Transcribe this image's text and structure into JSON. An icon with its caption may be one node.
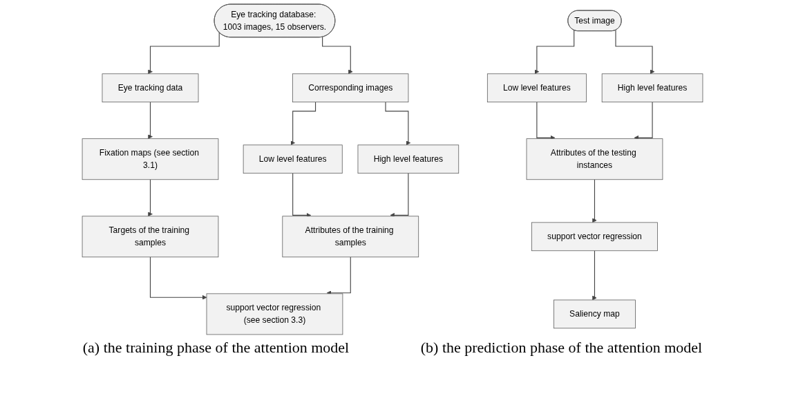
{
  "diagram": {
    "nodes": [
      {
        "text": [
          "Eye tracking database: 1003 images, 15 observers."
        ]
      },
      {
        "text": [
          "Eye tracking data"
        ]
      },
      {
        "text": [
          "Corresponding images"
        ]
      },
      {
        "text": [
          "Fixation maps (see section 3.1)"
        ]
      },
      {
        "text": [
          "Low level features"
        ]
      },
      {
        "text": [
          "High level features"
        ]
      },
      {
        "text": [
          "Targets of the training samples"
        ]
      },
      {
        "text": [
          "Attributes of the training samples"
        ]
      },
      {
        "text": [
          "support vector regression (see section 3.3)"
        ]
      },
      {
        "text": [
          "Test image"
        ]
      },
      {
        "text": [
          "Low level features"
        ]
      },
      {
        "text": [
          "High level features"
        ]
      },
      {
        "text": [
          "Attributes of the testing instances"
        ]
      },
      {
        "text": [
          "support vector regression"
        ]
      },
      {
        "text": [
          "Saliency map"
        ]
      }
    ],
    "edges": [
      {
        "from": 0,
        "to": 1,
        "arrow": "to"
      },
      {
        "from": 0,
        "to": 2,
        "arrow": "to"
      },
      {
        "from": 1,
        "to": 3,
        "arrow": "to"
      },
      {
        "from": 2,
        "to": 4,
        "arrow": "to"
      },
      {
        "from": 2,
        "to": 5,
        "arrow": "to"
      },
      {
        "from": 3,
        "to": 6,
        "arrow": "to"
      },
      {
        "from": 4,
        "to": 7,
        "arrow": "to"
      },
      {
        "from": 5,
        "to": 7,
        "arrow": "to"
      },
      {
        "from": 6,
        "to": 8,
        "arrow": "to"
      },
      {
        "from": 7,
        "to": 8,
        "arrow": "to"
      },
      {
        "from": 9,
        "to": 10,
        "arrow": "to"
      },
      {
        "from": 9,
        "to": 11,
        "arrow": "to"
      },
      {
        "from": 10,
        "to": 12,
        "arrow": "to"
      },
      {
        "from": 11,
        "to": 12,
        "arrow": "to"
      },
      {
        "from": 12,
        "to": 13,
        "arrow": "to"
      },
      {
        "from": 13,
        "to": 14,
        "arrow": "to"
      }
    ],
    "labels": [
      "(a) the training phase of the attention model",
      "(b) the prediction phase of the attention model"
    ]
  }
}
